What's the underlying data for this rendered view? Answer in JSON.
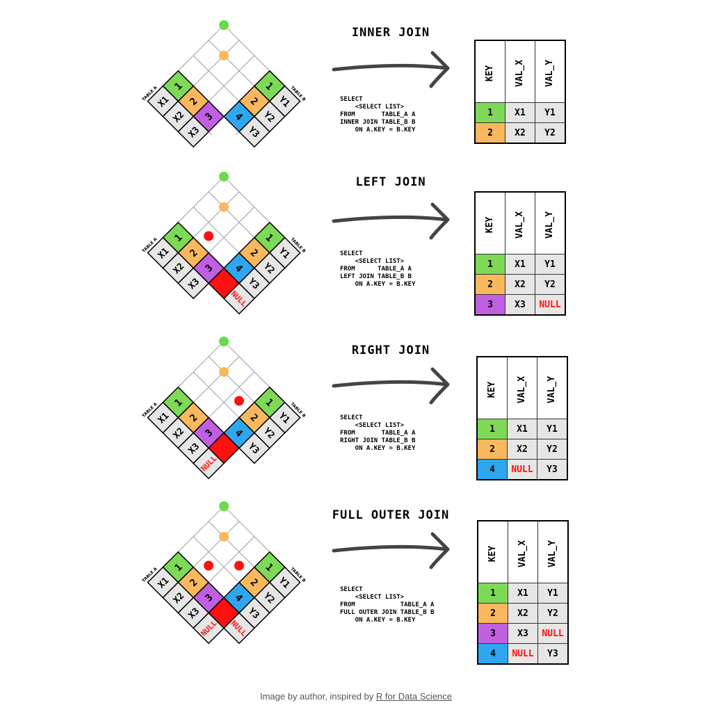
{
  "labels": {
    "table_a": "TABLE A",
    "table_b": "TABLE B"
  },
  "colors": {
    "key1": "#7ed957",
    "key2": "#f9b85e",
    "key3": "#c060e0",
    "key4": "#2fa7ee",
    "null_fill": "#ff1111",
    "null_text": "#ff1111",
    "cell": "#e6e6e6",
    "green_dot": "#6cd94a",
    "orange_dot": "#f9b85e",
    "red_dot": "#ff1111"
  },
  "table_a": {
    "keys": [
      "1",
      "2",
      "3"
    ],
    "values": [
      "X1",
      "X2",
      "X3"
    ]
  },
  "table_b": {
    "keys": [
      "1",
      "2",
      "4"
    ],
    "values": [
      "Y1",
      "Y2",
      "Y3"
    ]
  },
  "null_label": "NULL",
  "joins": [
    {
      "title": "INNER JOIN",
      "sql": "SELECT\n    <SELECT LIST>\nFROM       TABLE_A A\nINNER JOIN TABLE_B B\n    ON A.KEY = B.KEY",
      "a_null": false,
      "b_null": false,
      "result": {
        "headers": [
          "KEY",
          "VAL_X",
          "VAL_Y"
        ],
        "rows": [
          {
            "key": "1",
            "key_color": "#7ed957",
            "x": "X1",
            "y": "Y1"
          },
          {
            "key": "2",
            "key_color": "#f9b85e",
            "x": "X2",
            "y": "Y2"
          }
        ]
      }
    },
    {
      "title": "LEFT JOIN",
      "sql": "SELECT\n    <SELECT LIST>\nFROM      TABLE_A A\nLEFT JOIN TABLE_B B\n    ON A.KEY = B.KEY",
      "a_null": false,
      "b_null": true,
      "result": {
        "headers": [
          "KEY",
          "VAL_X",
          "VAL_Y"
        ],
        "rows": [
          {
            "key": "1",
            "key_color": "#7ed957",
            "x": "X1",
            "y": "Y1"
          },
          {
            "key": "2",
            "key_color": "#f9b85e",
            "x": "X2",
            "y": "Y2"
          },
          {
            "key": "3",
            "key_color": "#c060e0",
            "x": "X3",
            "y": "NULL"
          }
        ]
      }
    },
    {
      "title": "RIGHT JOIN",
      "sql": "SELECT\n    <SELECT LIST>\nFROM       TABLE_A A\nRIGHT JOIN TABLE_B B\n    ON A.KEY = B.KEY",
      "a_null": true,
      "b_null": false,
      "result": {
        "headers": [
          "KEY",
          "VAL_X",
          "VAL_Y"
        ],
        "rows": [
          {
            "key": "1",
            "key_color": "#7ed957",
            "x": "X1",
            "y": "Y1"
          },
          {
            "key": "2",
            "key_color": "#f9b85e",
            "x": "X2",
            "y": "Y2"
          },
          {
            "key": "4",
            "key_color": "#2fa7ee",
            "x": "NULL",
            "y": "Y3"
          }
        ]
      }
    },
    {
      "title": "FULL OUTER JOIN",
      "sql": "SELECT\n    <SELECT LIST>\nFROM            TABLE_A A\nFULL OUTER JOIN TABLE_B B\n    ON A.KEY = B.KEY",
      "a_null": true,
      "b_null": true,
      "result": {
        "headers": [
          "KEY",
          "VAL_X",
          "VAL_Y"
        ],
        "rows": [
          {
            "key": "1",
            "key_color": "#7ed957",
            "x": "X1",
            "y": "Y1"
          },
          {
            "key": "2",
            "key_color": "#f9b85e",
            "x": "X2",
            "y": "Y2"
          },
          {
            "key": "3",
            "key_color": "#c060e0",
            "x": "X3",
            "y": "NULL"
          },
          {
            "key": "4",
            "key_color": "#2fa7ee",
            "x": "NULL",
            "y": "Y3"
          }
        ]
      }
    }
  ],
  "caption": {
    "prefix": "Image by author, inspired by ",
    "link": "R for Data Science"
  }
}
